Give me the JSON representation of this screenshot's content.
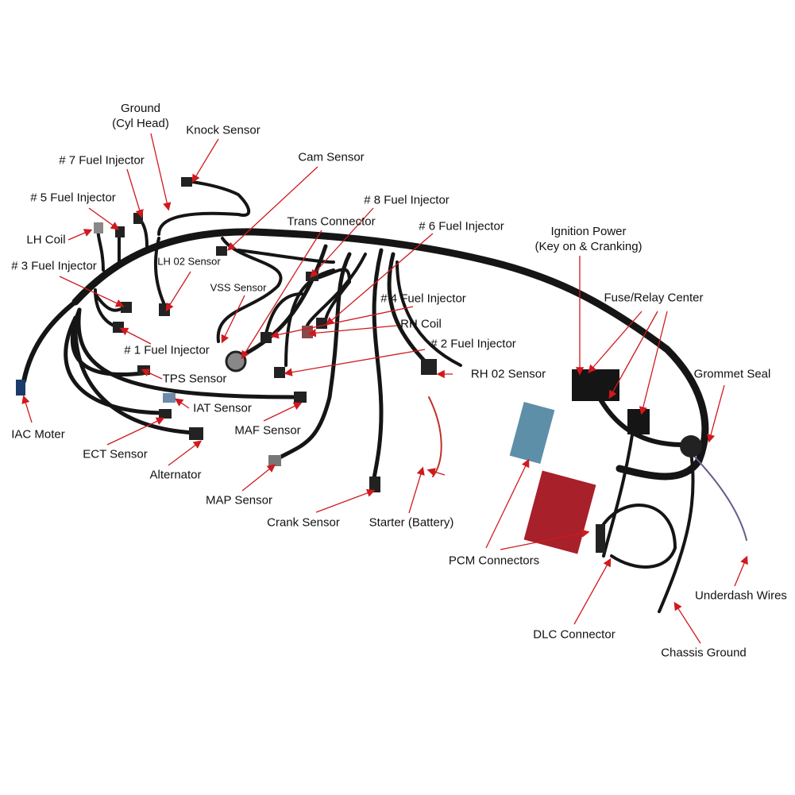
{
  "colors": {
    "arrow": "#d0191e",
    "harness": "#151515",
    "pcm_blue": "#5d8fa8",
    "pcm_red": "#a8202a"
  },
  "labels": {
    "ground_line1": "Ground",
    "ground_line2": "(Cyl Head)",
    "knock_sensor": "Knock Sensor",
    "fuel_injector_7": "# 7 Fuel Injector",
    "cam_sensor": "Cam Sensor",
    "fuel_injector_8": "# 8 Fuel Injector",
    "fuel_injector_5": "# 5 Fuel Injector",
    "trans_connector": "Trans Connector",
    "fuel_injector_6": "# 6 Fuel Injector",
    "ignition_power_line1": "Ignition Power",
    "ignition_power_line2": "(Key on & Cranking)",
    "lh_coil": "LH Coil",
    "lh_o2_sensor": "LH 02 Sensor",
    "fuel_injector_3": "# 3 Fuel Injector",
    "vss_sensor": "VSS Sensor",
    "fuse_relay_center": "Fuse/Relay Center",
    "fuel_injector_4": "# 4 Fuel Injector",
    "rh_coil": "RH Coil",
    "fuel_injector_2": "# 2 Fuel Injector",
    "fuel_injector_1": "# 1 Fuel Injector",
    "tps_sensor": "TPS Sensor",
    "rh_o2_sensor": "RH 02 Sensor",
    "grommet_seal": "Grommet Seal",
    "iat_sensor": "IAT Sensor",
    "iac_motor": "IAC Moter",
    "maf_sensor": "MAF Sensor",
    "ect_sensor": "ECT Sensor",
    "alternator": "Alternator",
    "map_sensor": "MAP Sensor",
    "crank_sensor": "Crank Sensor",
    "starter_battery": "Starter (Battery)",
    "pcm_connectors": "PCM Connectors",
    "underdash_wires": "Underdash Wires",
    "dlc_connector": "DLC Connector",
    "chassis_ground": "Chassis Ground"
  }
}
